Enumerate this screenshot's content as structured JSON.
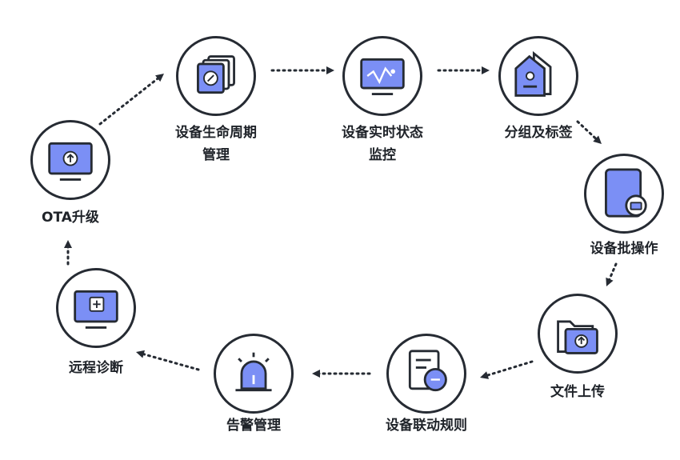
{
  "colors": {
    "stroke": "#262b33",
    "fill": "#7b8ff5",
    "text": "#1f2329"
  },
  "nodes": [
    {
      "id": "lifecycle",
      "icon": "device-stack-icon",
      "lines": [
        "设备生命周期",
        "管理"
      ]
    },
    {
      "id": "monitor",
      "icon": "monitor-waveform-icon",
      "lines": [
        "设备实时状态",
        "监控"
      ]
    },
    {
      "id": "group",
      "icon": "tag-icon",
      "lines": [
        "分组及标签"
      ]
    },
    {
      "id": "batch",
      "icon": "tablet-icon",
      "lines": [
        "设备批操作"
      ]
    },
    {
      "id": "file",
      "icon": "folder-upload-icon",
      "lines": [
        "文件上传"
      ]
    },
    {
      "id": "linkage",
      "icon": "document-link-icon",
      "lines": [
        "设备联动规则"
      ]
    },
    {
      "id": "alert",
      "icon": "alarm-light-icon",
      "lines": [
        "告警管理"
      ]
    },
    {
      "id": "diagnose",
      "icon": "medical-kit-monitor-icon",
      "lines": [
        "远程诊断"
      ]
    },
    {
      "id": "ota",
      "icon": "monitor-upload-icon",
      "lines": [
        "OTA升级"
      ]
    }
  ]
}
